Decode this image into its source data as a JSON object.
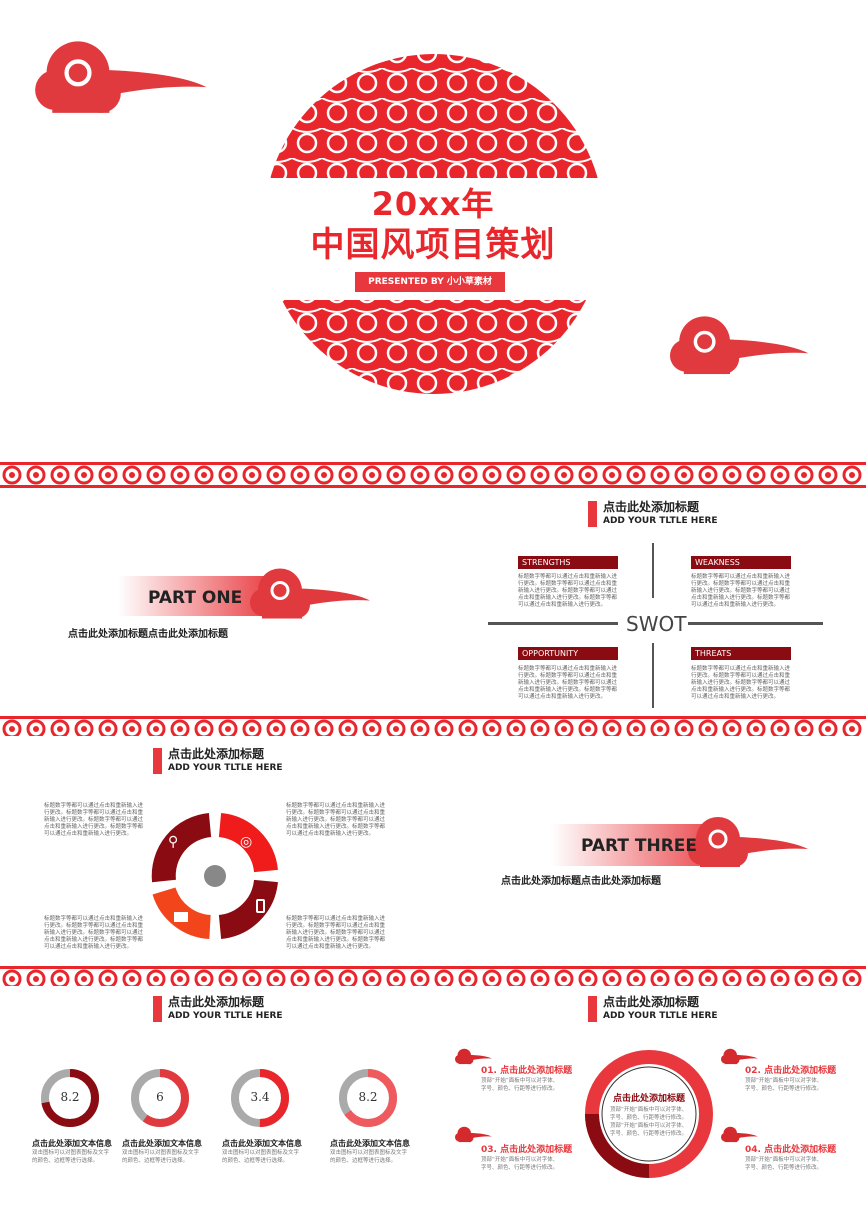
{
  "cover": {
    "year": "20xx年",
    "title": "中国风项目策划",
    "presented": "PRESENTED BY 小小草素材"
  },
  "header": {
    "cn": "点击此处添加标题",
    "en": "ADD YOUR TLTLE HERE"
  },
  "body_text": "标题数字等都可以通过点击和重新输入进行更改。标题数字等都可以通过点击和重新输入进行更改。标题数字等都可以通过点击和重新输入进行更改。标题数字等都可以通过点击和重新输入进行更改。",
  "part_one": {
    "title": "PART ONE",
    "subtitle": "点击此处添加标题点击此处添加标题"
  },
  "part_three": {
    "title": "PART THREE",
    "subtitle": "点击此处添加标题点击此处添加标题"
  },
  "swot": {
    "center": "SWOT",
    "labels": [
      "STRENGTHS",
      "WEAKNESS",
      "OPPORTUNITY",
      "THREATS"
    ]
  },
  "cycle": {
    "icons": [
      "search-icon",
      "globe-icon",
      "mobile-icon",
      "mail-icon"
    ]
  },
  "donuts": [
    {
      "value": "8.2",
      "percent": 72,
      "color": "#8b0b12",
      "label": "点击此处添加文本信息"
    },
    {
      "value": "6",
      "percent": 60,
      "color": "#e03a3e",
      "label": "点击此处添加文本信息"
    },
    {
      "value": "3.4",
      "percent": 50,
      "color": "#e8262b",
      "label": "点击此处添加文本信息"
    },
    {
      "value": "8.2",
      "percent": 65,
      "color": "#ee5a5e",
      "label": "点击此处添加文本信息"
    }
  ],
  "donut_desc": "双击图标可以对图表图标及文字的颜色、边框等进行选择。",
  "items": {
    "n1": "01. 点击此处添加标题",
    "n2": "02. 点击此处添加标题",
    "n3": "03. 点击此处添加标题",
    "n4": "04. 点击此处添加标题",
    "center": "点击此处添加标题",
    "desc": "顶部“开始”面板中可以对字体、字号、颜色、行距等进行修改。",
    "center_desc": "顶部“开始”面板中可以对字体、字号、颜色、行距等进行修改。顶部“开始”面板中可以对字体、字号、颜色、行距等进行修改。"
  },
  "colors": {
    "red": "#e8262b",
    "dark_red": "#8b0b12",
    "gray": "#aaaaaa"
  }
}
